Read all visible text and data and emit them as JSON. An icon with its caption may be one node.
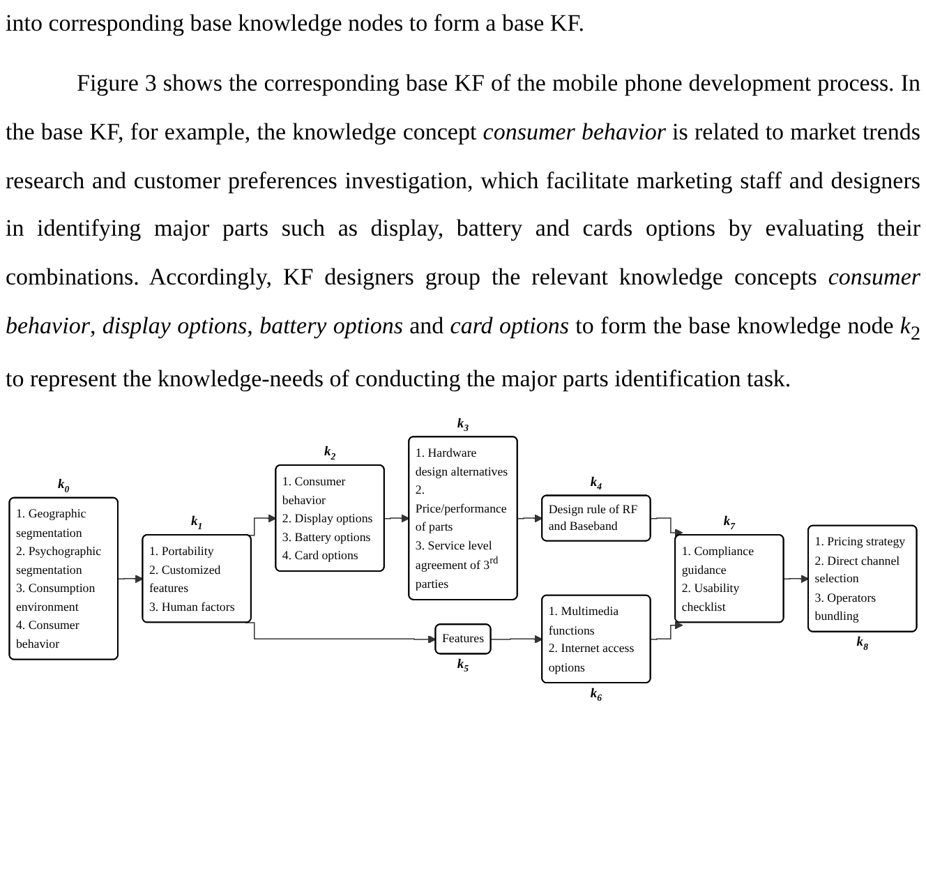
{
  "diagram": {
    "nodes": [
      {
        "text": [
          "1. Geographic segmentation",
          "2. Psychographic segmentation",
          "3. Consumption environment",
          "4. Consumer behavior"
        ],
        "beside": [
          "k$_{0}$"
        ]
      },
      {
        "text": [
          "1. Portability",
          "2. Customized features",
          "3. Human factors"
        ],
        "beside": [
          "k$_{1}$"
        ]
      },
      {
        "text": [
          "1. Consumer behavior",
          "2. Display options",
          "3. Battery options",
          "4. Card options"
        ],
        "beside": [
          "k$_{2}$"
        ]
      },
      {
        "text": [
          "1. Hardware design alternatives",
          "2. Price/performance of parts",
          "3. Service level agreement of 3$^{rd}$ parties"
        ],
        "beside": [
          "k$_{3}$"
        ]
      },
      {
        "text": [
          "Design rule of RF and Baseband"
        ],
        "beside": [
          "k$_{4}$"
        ]
      },
      {
        "text": [
          "Features"
        ],
        "beside": [
          "k$_{5}$"
        ]
      },
      {
        "text": [
          "1. Multimedia functions",
          "2. Internet access options"
        ],
        "beside": [
          "k$_{6}$"
        ]
      },
      {
        "text": [
          "1. Compliance guidance",
          "2. Usability checklist"
        ],
        "beside": [
          "k$_{7}$"
        ]
      },
      {
        "text": [
          "1. Pricing strategy",
          "2. Direct channel selection",
          "3. Operators bundling"
        ],
        "beside": [
          "k$_{8}$"
        ]
      }
    ],
    "edges": [
      {
        "from": 0,
        "to": 1,
        "arrow": "to"
      },
      {
        "from": 1,
        "to": 2,
        "arrow": "to"
      },
      {
        "from": 1,
        "to": 5,
        "arrow": "to"
      },
      {
        "from": 2,
        "to": 3,
        "arrow": "to"
      },
      {
        "from": 3,
        "to": 4,
        "arrow": "to"
      },
      {
        "from": 4,
        "to": 7,
        "arrow": "to"
      },
      {
        "from": 5,
        "to": 6,
        "arrow": "to"
      },
      {
        "from": 6,
        "to": 7,
        "arrow": "to"
      },
      {
        "from": 7,
        "to": 8,
        "arrow": "to"
      }
    ],
    "labels": [
      "into corresponding base knowledge nodes to form a base KF.",
      "Figure 3 shows the corresponding base KF of the mobile phone development process. In the base KF, for example, the knowledge concept *consumer behavior* is related to market trends research and customer preferences investigation, which facilitate marketing staff and designers in identifying major parts such as display, battery and cards options by evaluating their combinations. Accordingly, KF designers group the relevant knowledge concepts *consumer behavior*, *display options*, *battery options* and *card options* to form the base knowledge node *k*$_{2}$ to represent the knowledge-needs of conducting the major parts identification task."
    ]
  }
}
